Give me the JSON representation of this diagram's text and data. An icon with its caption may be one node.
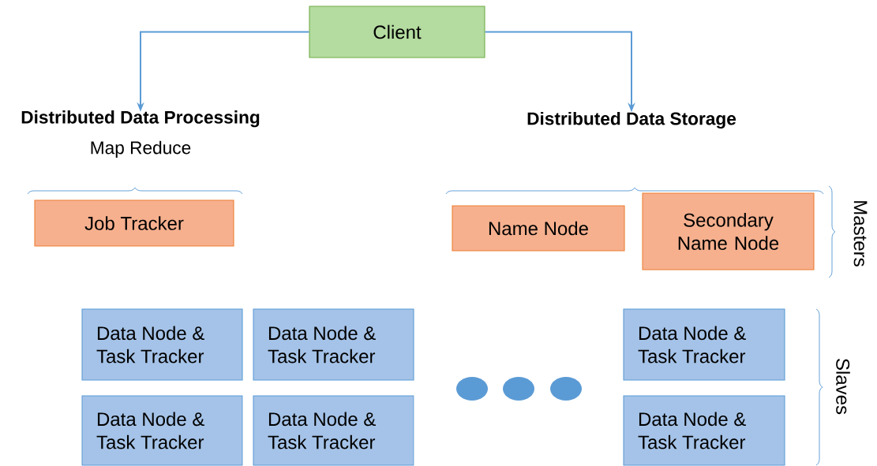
{
  "diagram": {
    "nodes": [
      {
        "text": [
          "Client"
        ]
      },
      {
        "text": [
          "**Distributed Data Processing**",
          "Map Reduce"
        ]
      },
      {
        "text": [
          "**Distributed Data Storage**"
        ]
      },
      {
        "text": [
          "Job Tracker"
        ]
      },
      {
        "text": [
          "Name Node"
        ]
      },
      {
        "text": [
          "Secondary Name Node"
        ]
      },
      {
        "text": [
          "Data Node & Task Tracker"
        ]
      },
      {
        "text": [
          "Data Node & Task Tracker"
        ]
      },
      {
        "text": [
          "Data Node & Task Tracker"
        ]
      },
      {
        "text": [
          "Data Node & Task Tracker"
        ]
      },
      {
        "text": [
          "Data Node & Task Tracker"
        ]
      },
      {
        "text": [
          "Data Node & Task Tracker"
        ]
      }
    ],
    "edges": [
      {
        "from": 0,
        "to": 1,
        "arrow": "to"
      },
      {
        "from": 0,
        "to": 2,
        "arrow": "to"
      }
    ],
    "labels": [
      "Masters",
      "Slaves"
    ]
  }
}
